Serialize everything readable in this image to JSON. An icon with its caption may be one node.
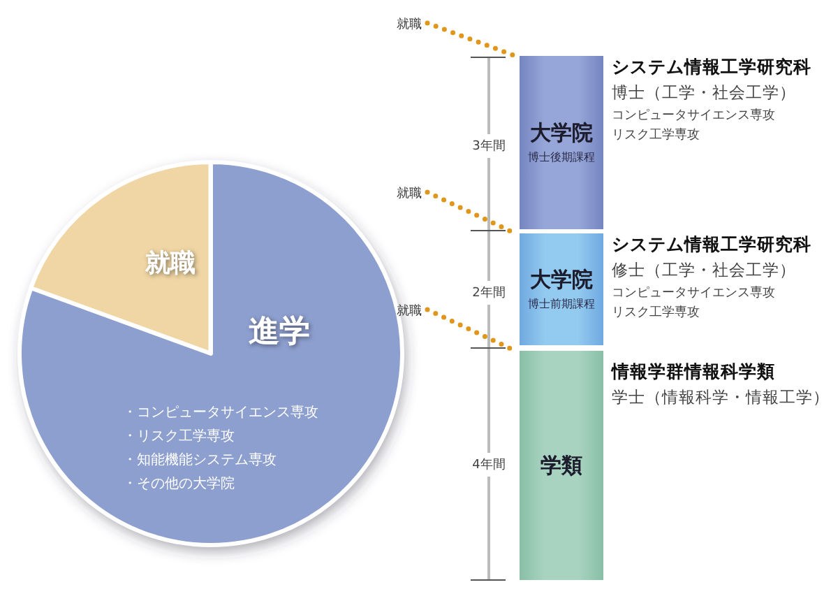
{
  "diagram": {
    "nodes": [
      {
        "text": [
          "就職"
        ]
      },
      {
        "text": [
          "進学",
          "・コンピュータサイエンス専攻",
          "・リスク工学専攻",
          "・知能機能システム専攻",
          "・その他の大学院"
        ]
      },
      {
        "text": [
          "大学院",
          "博士後期課程"
        ],
        "beside": [
          "システム情報工学研究科",
          "博士（工学・社会工学）",
          "コンピュータサイエンス専攻",
          "リスク工学専攻"
        ]
      },
      {
        "text": [
          "大学院",
          "博士前期課程"
        ],
        "beside": [
          "システム情報工学研究科",
          "修士（工学・社会工学）",
          "コンピュータサイエンス専攻",
          "リスク工学専攻"
        ]
      },
      {
        "text": [
          "学類"
        ],
        "beside": [
          "情報学群情報科学類",
          "学士（情報科学・情報工学）"
        ]
      },
      {
        "text": [
          "就職"
        ]
      },
      {
        "text": [
          "就職"
        ]
      },
      {
        "text": [
          "就職"
        ]
      }
    ],
    "edges": [
      {
        "from": 5,
        "to": 2,
        "arrow": "none",
        "style": "dashed",
        "color": "#e0961a"
      },
      {
        "from": 6,
        "to": 3,
        "arrow": "none",
        "style": "dashed",
        "color": "#e0961a"
      },
      {
        "from": 7,
        "to": 4,
        "arrow": "none",
        "style": "dashed",
        "color": "#e0961a"
      }
    ],
    "labels": [
      "3年間",
      "2年間",
      "4年間"
    ]
  }
}
